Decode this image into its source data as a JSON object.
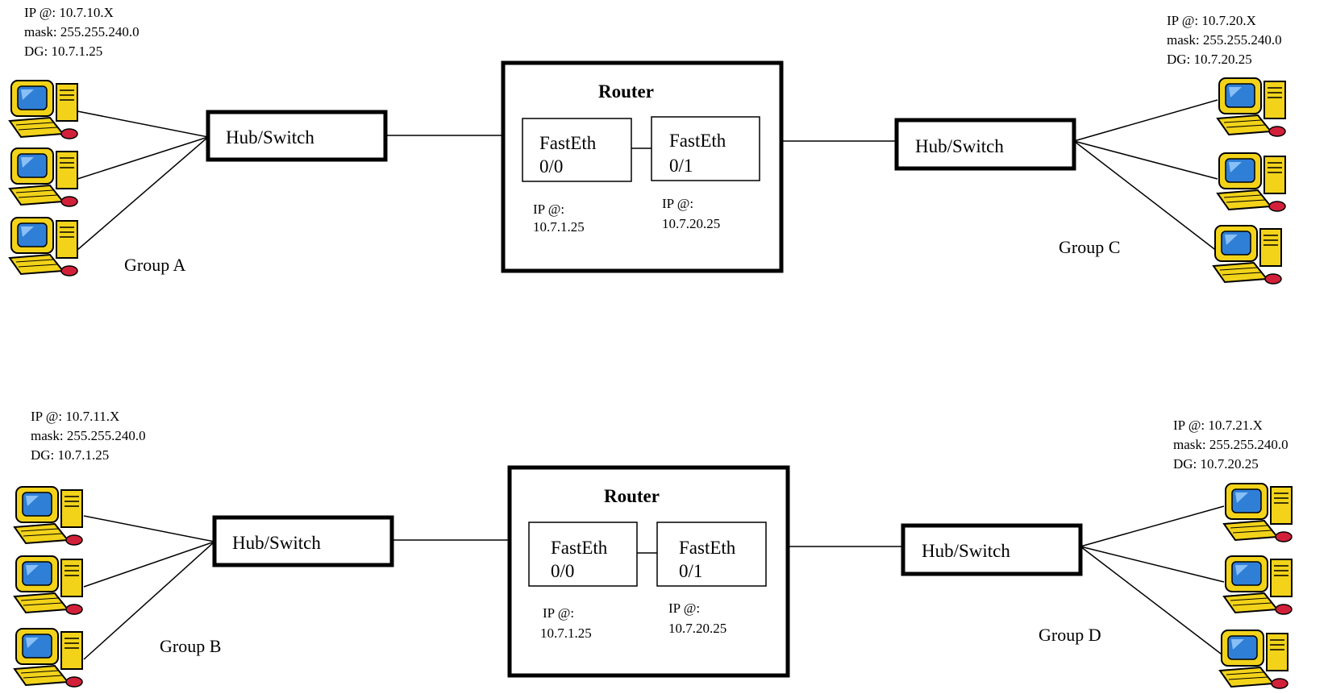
{
  "router": {
    "title": "Router",
    "port0": [
      "FastEth",
      "0/0"
    ],
    "port1": [
      "FastEth",
      "0/1"
    ]
  },
  "port_ip_label": "IP @:",
  "hub_label": "Hub/Switch",
  "icon": "desktop-computer-icon",
  "colors": {
    "lines": "#000000",
    "monitor_screen": "#2f7fd6",
    "computer_body": "#f2d31a",
    "mouse": "#d3203a"
  },
  "networks": [
    {
      "group": "Group A",
      "hosts": {
        "ip": "IP @: 10.7.10.X",
        "mask": "mask:   255.255.240.0",
        "dg": "DG:    10.7.1.25"
      },
      "port0_ip": "10.7.1.25",
      "port1_ip": "10.7.20.25"
    },
    {
      "group": "Group C",
      "hosts": {
        "ip": "IP @: 10.7.20.X",
        "mask": "mask:   255.255.240.0",
        "dg": "DG:    10.7.20.25"
      }
    },
    {
      "group": "Group B",
      "hosts": {
        "ip": "IP @: 10.7.11.X",
        "mask": "mask:   255.255.240.0",
        "dg": "DG:    10.7.1.25"
      },
      "port0_ip": "10.7.1.25",
      "port1_ip": "10.7.20.25"
    },
    {
      "group": "Group D",
      "hosts": {
        "ip": "IP @: 10.7.21.X",
        "mask": "mask:   255.255.240.0",
        "dg": "DG:    10.7.20.25"
      }
    }
  ]
}
